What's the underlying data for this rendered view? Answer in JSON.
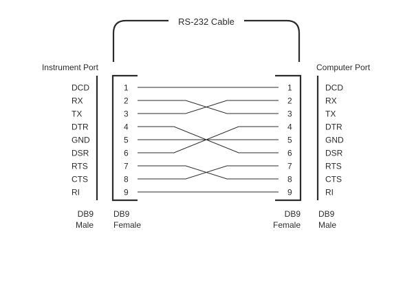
{
  "diagram": {
    "cable_label": "RS-232 Cable",
    "instrument_port_label": "Instrument Port",
    "computer_port_label": "Computer Port",
    "left_signals": [
      "DCD",
      "RX",
      "TX",
      "DTR",
      "GND",
      "DSR",
      "RTS",
      "CTS",
      "RI"
    ],
    "right_signals": [
      "DCD",
      "RX",
      "TX",
      "DTR",
      "GND",
      "DSR",
      "RTS",
      "CTS",
      "RI"
    ],
    "pins": [
      "1",
      "2",
      "3",
      "4",
      "5",
      "6",
      "7",
      "8",
      "9"
    ],
    "wiring": [
      [
        1,
        1
      ],
      [
        2,
        3
      ],
      [
        3,
        2
      ],
      [
        4,
        6
      ],
      [
        5,
        5
      ],
      [
        6,
        4
      ],
      [
        7,
        8
      ],
      [
        8,
        7
      ],
      [
        9,
        9
      ]
    ],
    "connectors": {
      "instrument": {
        "line1": "DB9",
        "line2": "Male"
      },
      "cable_left": {
        "line1": "DB9",
        "line2": "Female"
      },
      "cable_right": {
        "line1": "DB9",
        "line2": "Female"
      },
      "computer": {
        "line1": "DB9",
        "line2": "Male"
      }
    },
    "colors": {
      "ink": "#2b2b2b",
      "background": "#ffffff"
    }
  }
}
